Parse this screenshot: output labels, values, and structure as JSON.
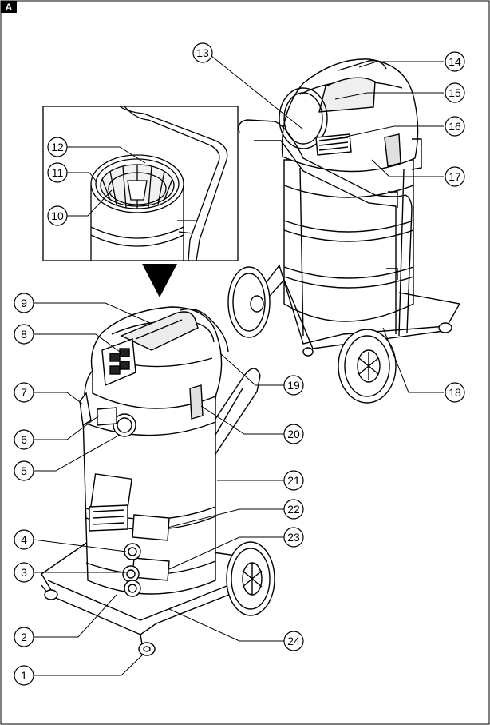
{
  "figure": {
    "panel_label": "A",
    "callouts": [
      "1",
      "2",
      "3",
      "4",
      "5",
      "6",
      "7",
      "8",
      "9",
      "10",
      "11",
      "12",
      "13",
      "14",
      "15",
      "16",
      "17",
      "18",
      "19",
      "20",
      "21",
      "22",
      "23",
      "24"
    ]
  },
  "colors": {
    "line": "#000000",
    "fill": "#ffffff",
    "shade": "#e9e9e9",
    "badge": "#000000"
  }
}
